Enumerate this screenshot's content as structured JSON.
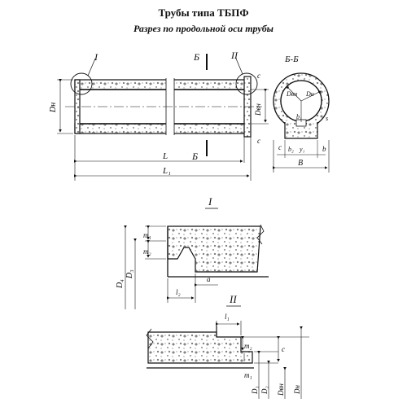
{
  "header": {
    "title": "Трубы типа ТБПФ",
    "subtitle": "Разрез по продольной оси трубы"
  },
  "main_view": {
    "callout_I": "I",
    "callout_II": "II",
    "section_mark": "Б",
    "dim_L": "L",
    "dim_L1": "L₁",
    "dim_Dн": "Dн",
    "dim_Dвн": "Dвн",
    "dim_c_top": "c",
    "dim_c_bottom": "c"
  },
  "section_view": {
    "title": "Б-Б",
    "label_Dвн": "Dвн",
    "label_Dн": "Dн",
    "label_b1": "b₁",
    "label_b2": "b₂",
    "label_b": "b",
    "label_y1": "y₁",
    "label_B": "B",
    "label_c": "c",
    "label_s": "s"
  },
  "detail_I": {
    "title": "I",
    "m1": "m₁",
    "m2": "m₂",
    "D4": "D₄",
    "D3": "D₃",
    "l2": "l₂",
    "a": "a"
  },
  "detail_II": {
    "title": "II",
    "l1": "l₁",
    "m2": "m₂",
    "m1": "m₁",
    "c": "c",
    "D1": "D₁",
    "D2": "D₂",
    "Dвн": "Dвн",
    "Dн": "Dн"
  }
}
